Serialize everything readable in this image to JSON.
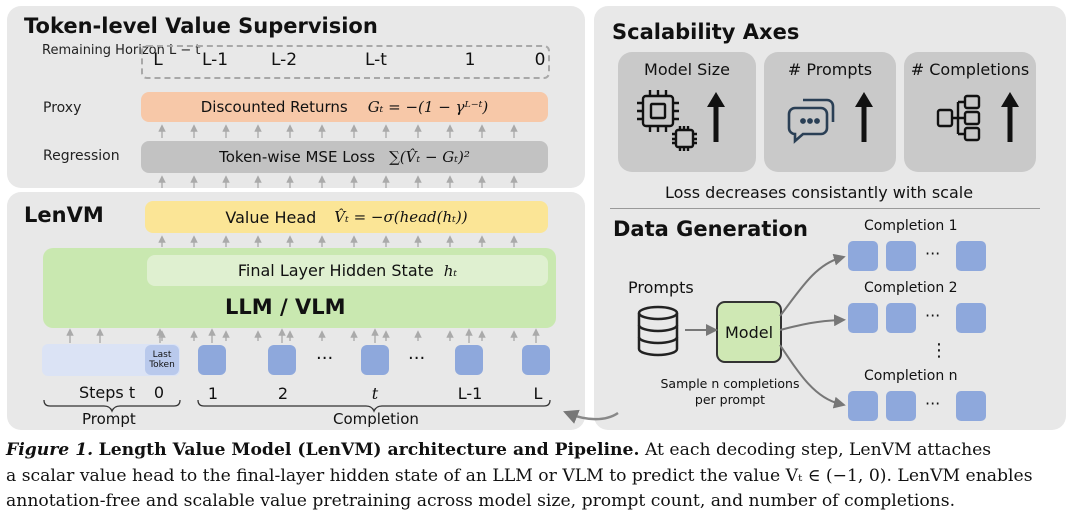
{
  "token_supervision": {
    "title": "Token-level Value Supervision",
    "remaining_horizon_label": "Remaining Horizon L − t",
    "horizon_values": [
      "L",
      "L-1",
      "L-2",
      "L-t",
      "1",
      "0"
    ],
    "proxy_label": "Proxy",
    "proxy_bar_text": "Discounted Returns",
    "proxy_formula": "Gₜ = −(1 − γᴸ⁻ᵗ)",
    "regression_label": "Regression",
    "regression_bar_text": "Token-wise MSE Loss",
    "regression_formula": "∑(V̂ₜ − Gₜ)²"
  },
  "lenvm": {
    "title": "LenVM",
    "value_head_text": "Value Head",
    "value_head_formula": "V̂ₜ = −σ(head(hₜ))",
    "hidden_state_text": "Final Layer Hidden State",
    "hidden_state_symbol": "hₜ",
    "llm_label": "LLM / VLM",
    "last_token_label": "Last Token",
    "steps_label": "Steps t",
    "step_values": [
      "0",
      "1",
      "2",
      "t",
      "L-1",
      "L"
    ],
    "ellipsis": "···",
    "prompt_label": "Prompt",
    "completion_label": "Completion"
  },
  "scalability": {
    "title": "Scalability Axes",
    "cards": [
      {
        "label": "Model Size",
        "icon": "chip-icon"
      },
      {
        "label": "# Prompts",
        "icon": "chat-bubbles-icon"
      },
      {
        "label": "# Completions",
        "icon": "tree-branch-icon"
      }
    ],
    "note": "Loss decreases consistantly with scale"
  },
  "data_generation": {
    "title": "Data Generation",
    "prompts_label": "Prompts",
    "model_label": "Model",
    "completions": [
      "Completion 1",
      "Completion 2",
      "Completion n"
    ],
    "vdots": "⋮",
    "ellipsis": "···",
    "sample_note_line1": "Sample n completions",
    "sample_note_line2": "per prompt"
  },
  "caption": {
    "figure_label": "Figure 1.",
    "bold_title": "Length Value Model (LenVM) architecture and Pipeline.",
    "text_line1": "At each decoding step, LenVM attaches",
    "text_line2": "a scalar value head to the final-layer hidden state of an LLM or VLM to predict the value Vₜ ∈ (−1, 0). LenVM enables",
    "text_line3": "annotation-free and scalable value pretraining across model size, prompt count, and number of completions."
  },
  "colors": {
    "panel_bg": "#e8e8e8",
    "proxy_orange": "#f7c8a8",
    "regression_gray": "#c2c2c2",
    "value_head_yellow": "#fbe596",
    "llm_green": "#c9e8b0",
    "token_blue": "#8ea8dc",
    "model_green": "#cfe8b4"
  }
}
